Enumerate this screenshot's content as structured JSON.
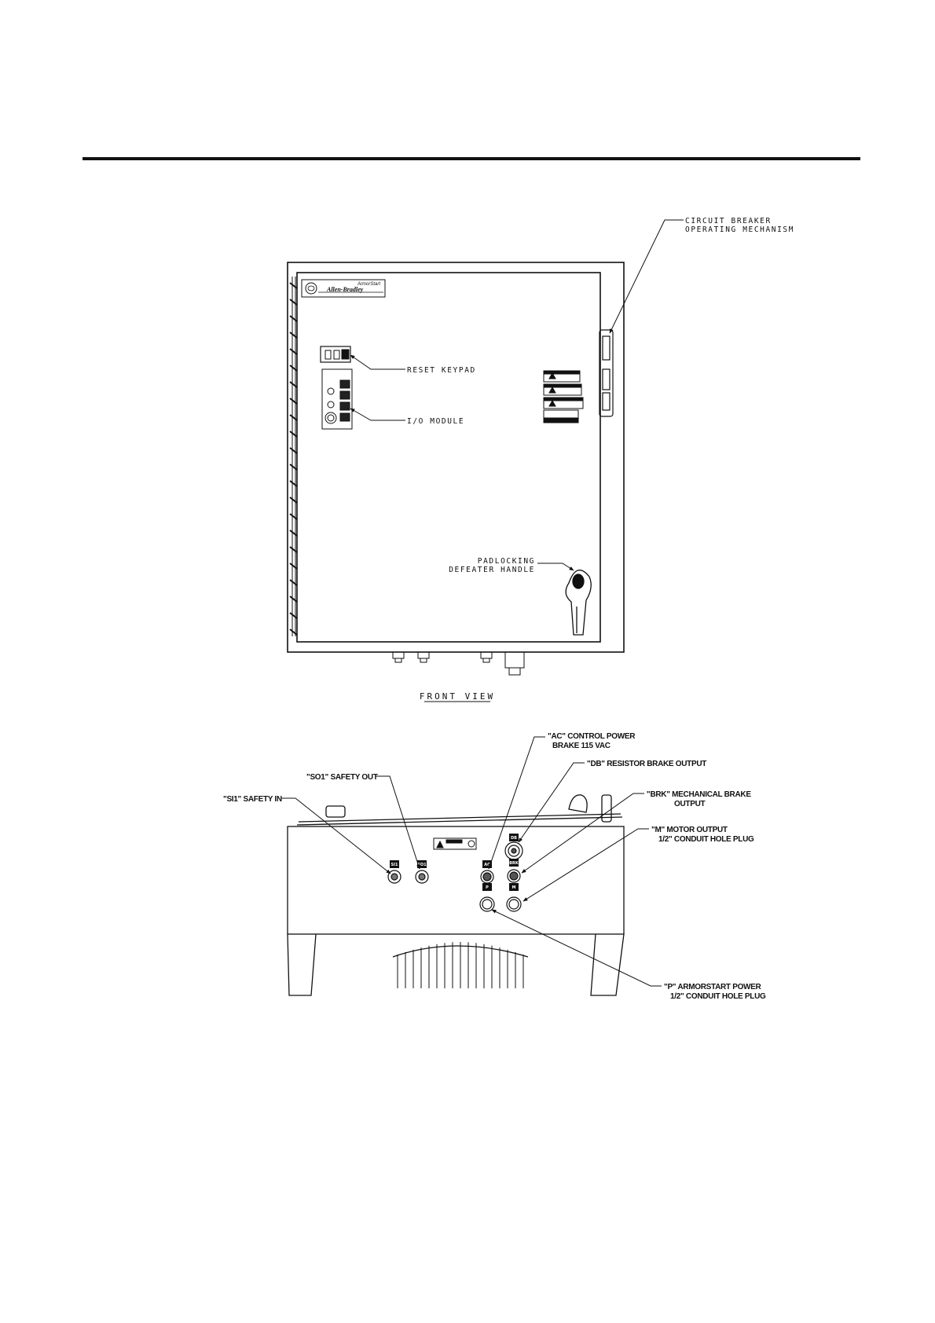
{
  "front_view": {
    "title": "FRONT VIEW",
    "brand": {
      "product": "ArmorStart",
      "maker": "Allen-Bradley"
    },
    "callouts": {
      "circuit_breaker": [
        "CIRCUIT BREAKER",
        "OPERATING MECHANISM"
      ],
      "reset_keypad": "RESET KEYPAD",
      "io_module": "I/O MODULE",
      "padlocking": [
        "PADLOCKING",
        "DEFEATER HANDLE"
      ]
    }
  },
  "bottom_view": {
    "callouts": {
      "si1": "\"SI1\" SAFETY IN",
      "so1": "\"SO1\" SAFETY OUT",
      "ac": [
        "\"AC\" CONTROL POWER",
        "BRAKE 115 VAC"
      ],
      "db": "\"DB\" RESISTOR BRAKE OUTPUT",
      "brk": [
        "\"BRK\" MECHANICAL BRAKE",
        "OUTPUT"
      ],
      "m": [
        "\"M\" MOTOR OUTPUT",
        "1/2\" CONDUIT HOLE PLUG"
      ],
      "p": [
        "\"P\" ARMORSTART POWER",
        "1/2\" CONDUIT HOLE PLUG"
      ]
    },
    "connector_tags": [
      "SI1",
      "SO1",
      "AC",
      "P",
      "DB",
      "BRK",
      "M"
    ]
  }
}
